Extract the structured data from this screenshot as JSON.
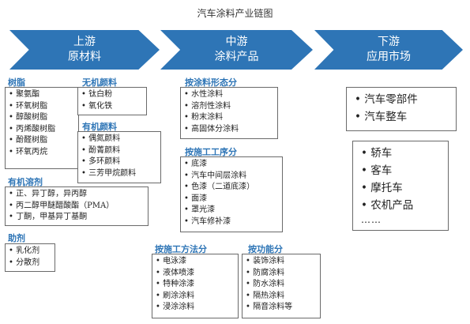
{
  "title": "汽车涂料产业链图",
  "stages": [
    {
      "line1": "上游",
      "line2": "原材料"
    },
    {
      "line1": "中游",
      "line2": "涂料产品"
    },
    {
      "line1": "下游",
      "line2": "应用市场"
    }
  ],
  "upstream": {
    "resin": {
      "label": "树脂",
      "items": [
        "聚氨酯",
        "环氧树脂",
        "醇酸树脂",
        "丙烯酸树脂",
        "酚醛树脂",
        "环氧丙烷"
      ]
    },
    "inorganic_pigment": {
      "label": "无机颜料",
      "items": [
        "钛白粉",
        "氧化铁"
      ]
    },
    "organic_pigment": {
      "label": "有机颜料",
      "items": [
        "偶氮颜料",
        "酚菁颜料",
        "多环颜料",
        "三芳甲烷颜料"
      ]
    },
    "organic_solvent": {
      "label": "有机溶剂",
      "items": [
        "正、异丁醇，异丙醇",
        "丙二醇甲醚醋酸酯（PMA）",
        "丁酮，甲基异丁基酮"
      ]
    },
    "additive": {
      "label": "助剂",
      "items": [
        "乳化剂",
        "分散剂"
      ]
    }
  },
  "midstream": {
    "by_form": {
      "label": "按涂料形态分",
      "items": [
        "水性涂料",
        "溶剂性涂料",
        "粉末涂料",
        "高固体分涂料"
      ]
    },
    "by_process": {
      "label": "按施工工序分",
      "items": [
        "底漆",
        "汽车中间层涂料",
        "色漆（二道底漆）",
        "面漆",
        "罩光漆",
        "汽车修补漆"
      ]
    },
    "by_method": {
      "label": "按施工方法分",
      "items": [
        "电泳漆",
        "液体喷漆",
        "特种涂漆",
        "刷涂涂料",
        "浸涂涂料"
      ]
    },
    "by_function": {
      "label": "按功能分",
      "items": [
        "装饰涂料",
        "防腐涂料",
        "防水涂料",
        "隔热涂料",
        "隔音涂料等"
      ]
    }
  },
  "downstream": {
    "group1": [
      "汽车零部件",
      "汽车整车"
    ],
    "group2": [
      "轿车",
      "客车",
      "摩托车",
      "农机产品"
    ],
    "ellipsis": "……"
  },
  "colors": {
    "arrow": "#2e75b6",
    "category": "#2e75b6",
    "border": "#6a6a6a"
  }
}
